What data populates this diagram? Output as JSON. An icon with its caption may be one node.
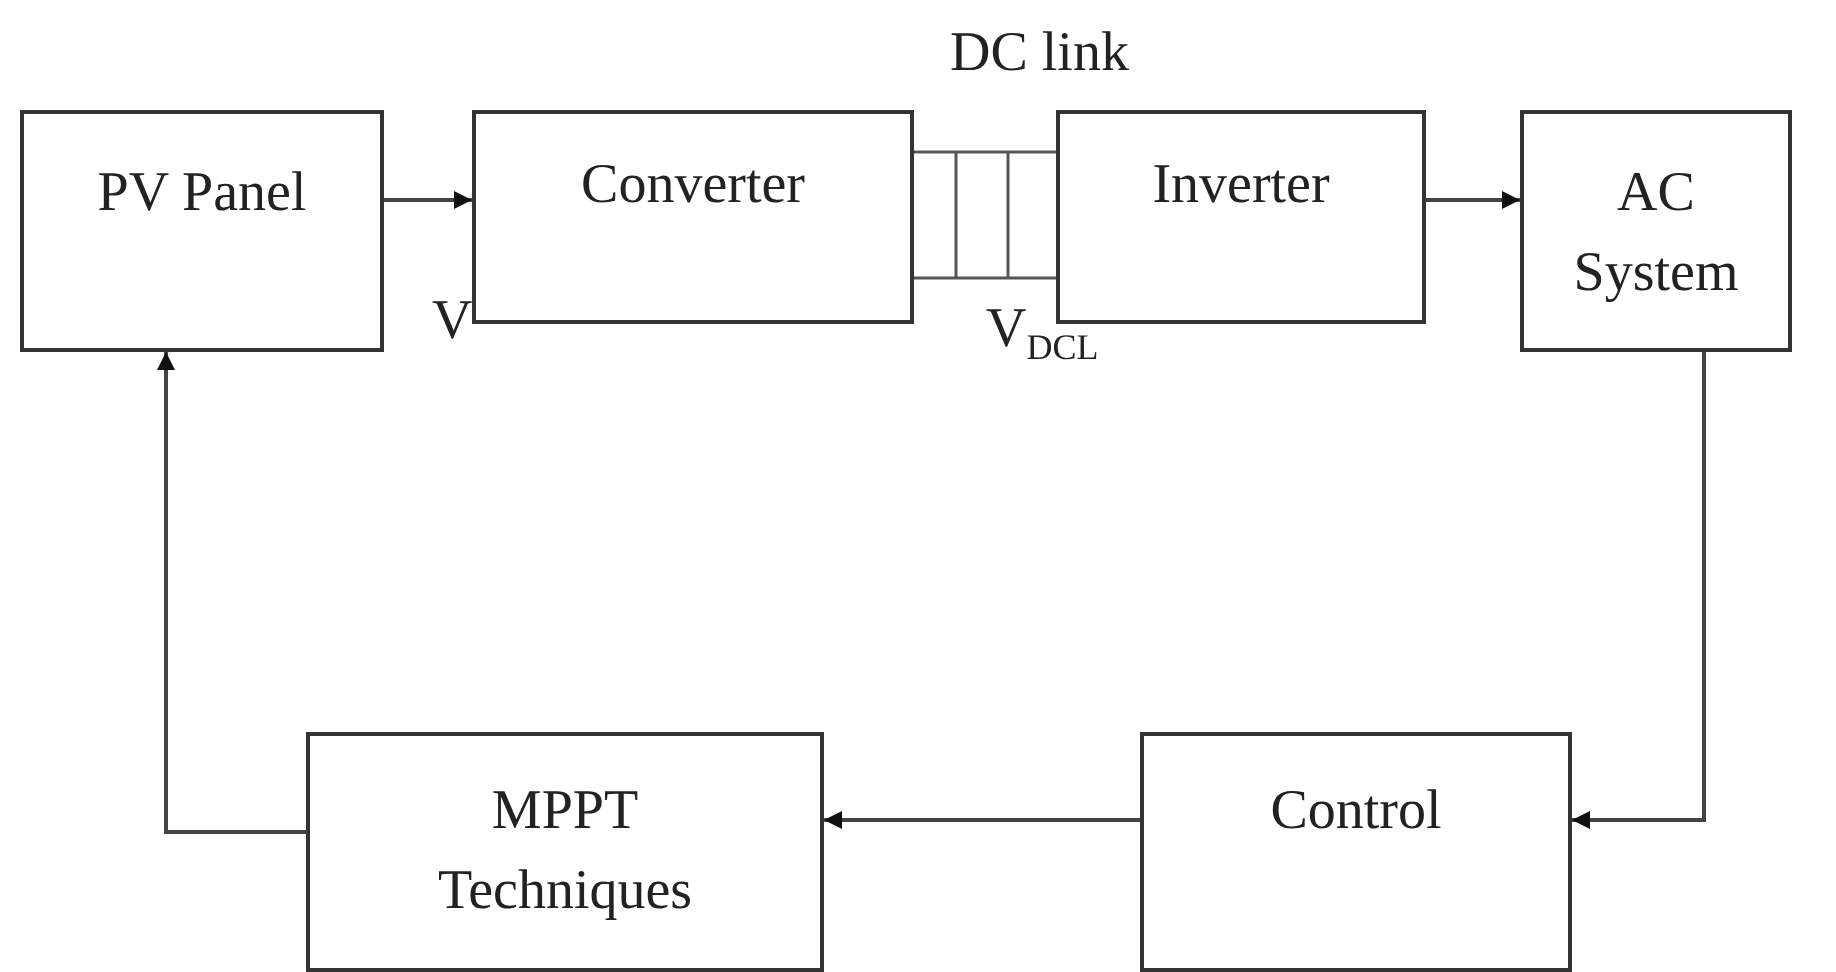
{
  "diagram": {
    "nodes": [
      {
        "text": [
          "PV Panel"
        ]
      },
      {
        "text": [
          "Converter"
        ]
      },
      {
        "text": [
          "DC link"
        ]
      },
      {
        "text": [
          "Inverter"
        ]
      },
      {
        "text": [
          "AC System"
        ]
      },
      {
        "text": [
          "MPPT Techniques"
        ]
      },
      {
        "text": [
          "Control"
        ]
      }
    ],
    "edges": [
      {
        "from": 0,
        "to": 1,
        "arrow": "to"
      },
      {
        "from": 3,
        "to": 4,
        "arrow": "to"
      },
      {
        "from": 4,
        "to": 6,
        "arrow": "to"
      },
      {
        "from": 6,
        "to": 5,
        "arrow": "to"
      },
      {
        "from": 5,
        "to": 0,
        "arrow": "to"
      }
    ],
    "labels": [
      "V",
      "V$_{DCL}$"
    ]
  }
}
